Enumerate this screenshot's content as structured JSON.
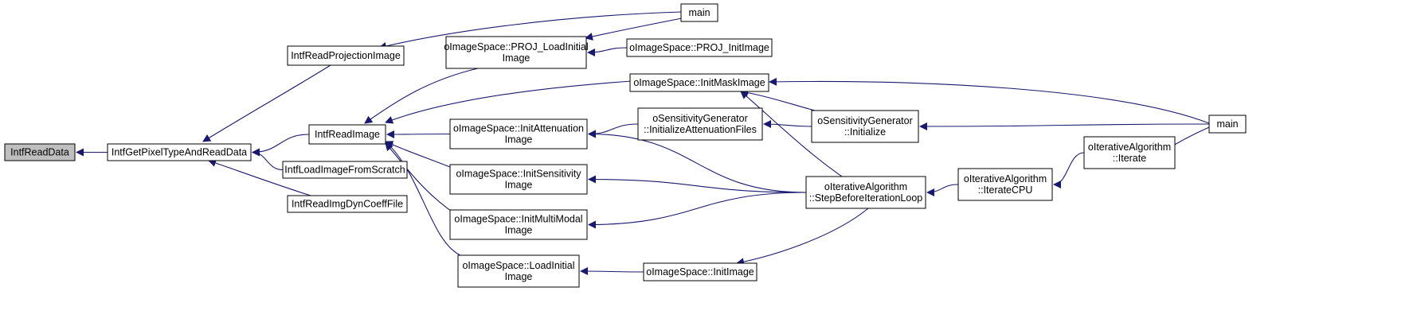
{
  "nodes": [
    {
      "id": "n1",
      "lines": [
        "IntfReadData"
      ],
      "focus": true
    },
    {
      "id": "n2",
      "lines": [
        "IntfGetPixelTypeAndReadData"
      ]
    },
    {
      "id": "n3",
      "lines": [
        "IntfReadProjectionImage"
      ]
    },
    {
      "id": "n4",
      "lines": [
        "IntfReadImage"
      ]
    },
    {
      "id": "n5",
      "lines": [
        "IntfLoadImageFromScratch"
      ]
    },
    {
      "id": "n6",
      "lines": [
        "IntfReadImgDynCoeffFile"
      ]
    },
    {
      "id": "n7",
      "lines": [
        "main"
      ]
    },
    {
      "id": "n8",
      "lines": [
        "oImageSpace::PROJ_LoadInitial",
        "Image"
      ]
    },
    {
      "id": "n9",
      "lines": [
        "oImageSpace::PROJ_InitImage"
      ]
    },
    {
      "id": "n10",
      "lines": [
        "oImageSpace::InitMaskImage"
      ]
    },
    {
      "id": "n11",
      "lines": [
        "oImageSpace::InitAttenuation",
        "Image"
      ]
    },
    {
      "id": "n12",
      "lines": [
        "oImageSpace::InitSensitivity",
        "Image"
      ]
    },
    {
      "id": "n13",
      "lines": [
        "oImageSpace::InitMultiModal",
        "Image"
      ]
    },
    {
      "id": "n14",
      "lines": [
        "oImageSpace::LoadInitial",
        "Image"
      ]
    },
    {
      "id": "n15",
      "lines": [
        "oSensitivityGenerator",
        "::InitializeAttenuationFiles"
      ]
    },
    {
      "id": "n16",
      "lines": [
        "oImageSpace::InitImage"
      ]
    },
    {
      "id": "n17",
      "lines": [
        "oSensitivityGenerator",
        "::Initialize"
      ]
    },
    {
      "id": "n18",
      "lines": [
        "oIterativeAlgorithm",
        "::StepBeforeIterationLoop"
      ]
    },
    {
      "id": "n19",
      "lines": [
        "oIterativeAlgorithm",
        "::IterateCPU"
      ]
    },
    {
      "id": "n20",
      "lines": [
        "oIterativeAlgorithm",
        "::Iterate"
      ]
    },
    {
      "id": "n21",
      "lines": [
        "main"
      ]
    }
  ],
  "edges": [
    {
      "from": "n2",
      "to": "n1"
    },
    {
      "from": "n3",
      "to": "n2"
    },
    {
      "from": "n4",
      "to": "n2"
    },
    {
      "from": "n5",
      "to": "n2"
    },
    {
      "from": "n6",
      "to": "n2"
    },
    {
      "from": "n7",
      "to": "n3"
    },
    {
      "from": "n8",
      "to": "n4"
    },
    {
      "from": "n10",
      "to": "n4"
    },
    {
      "from": "n11",
      "to": "n4"
    },
    {
      "from": "n12",
      "to": "n4"
    },
    {
      "from": "n13",
      "to": "n4"
    },
    {
      "from": "n14",
      "to": "n4"
    },
    {
      "from": "n7",
      "to": "n8"
    },
    {
      "from": "n9",
      "to": "n8"
    },
    {
      "from": "n17",
      "to": "n10"
    },
    {
      "from": "n18",
      "to": "n10"
    },
    {
      "from": "n21",
      "to": "n10"
    },
    {
      "from": "n15",
      "to": "n11"
    },
    {
      "from": "n18",
      "to": "n11"
    },
    {
      "from": "n18",
      "to": "n12"
    },
    {
      "from": "n18",
      "to": "n13"
    },
    {
      "from": "n16",
      "to": "n14"
    },
    {
      "from": "n17",
      "to": "n15"
    },
    {
      "from": "n21",
      "to": "n17"
    },
    {
      "from": "n18",
      "to": "n16"
    },
    {
      "from": "n19",
      "to": "n18"
    },
    {
      "from": "n20",
      "to": "n19"
    },
    {
      "from": "n21",
      "to": "n20"
    }
  ],
  "colors": {
    "edge": "#191970",
    "node_border": "#000000",
    "focus_fill": "#bfbfbf"
  }
}
